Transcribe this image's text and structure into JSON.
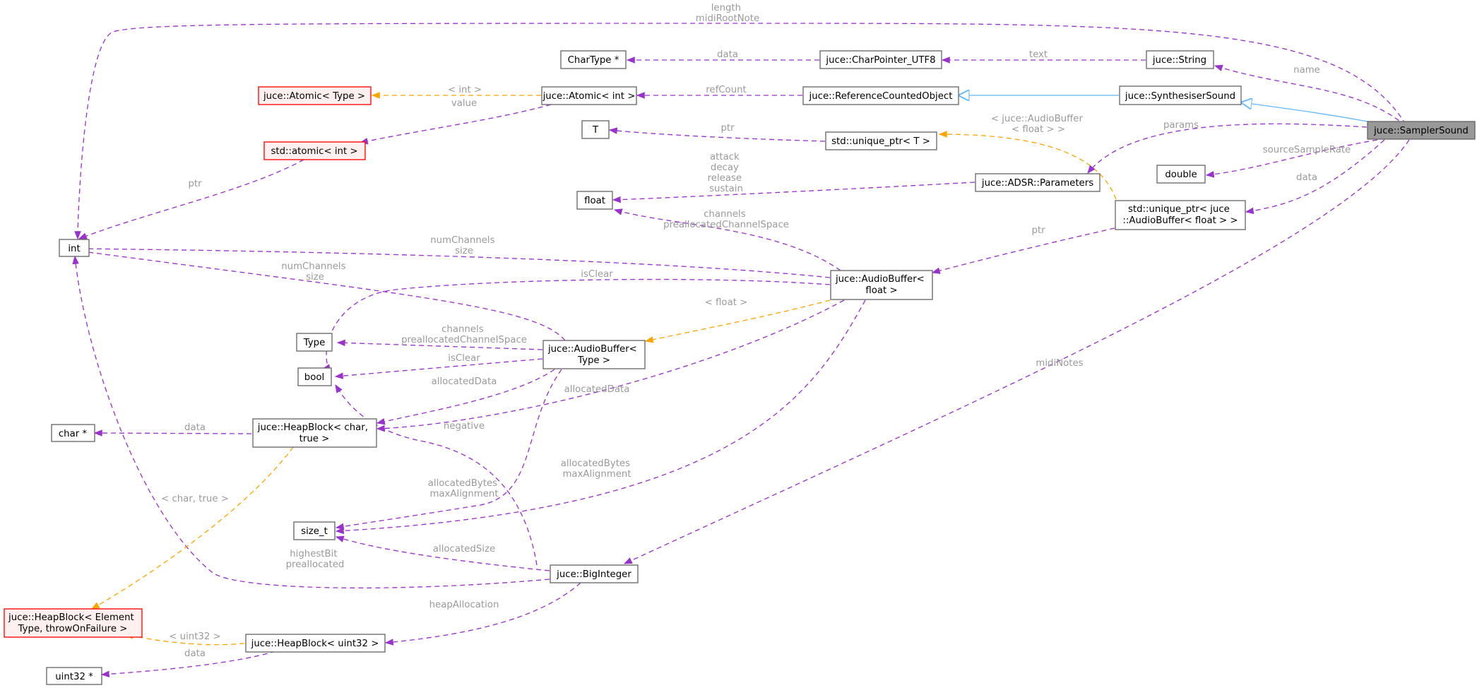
{
  "colors": {
    "usage": "#9a32cd",
    "template": "#ffa500",
    "inheritance": "#63b8ff",
    "label": "#9a9a9a",
    "focus_fill": "#999999",
    "template_border": "#ff0000",
    "template_fill": "#fff0f0"
  },
  "nodes": {
    "int": "int",
    "char_ptr": "char *",
    "uint32_ptr": "uint32 *",
    "heapblock_generic": [
      "juce::HeapBlock< Element",
      "Type, throwOnFailure >"
    ],
    "std_atomic": "std::atomic< int >",
    "atomic_type": "juce::Atomic< Type >",
    "type": "Type",
    "bool": "bool",
    "size_t": "size_t",
    "heapblock_char": [
      "juce::HeapBlock< char,",
      "true >"
    ],
    "heapblock_uint32": "juce::HeapBlock< uint32 >",
    "chartype_ptr": "CharType *",
    "atomic_int": "juce::Atomic< int >",
    "T": "T",
    "float": "float",
    "audiobuffer_type": [
      "juce::AudioBuffer<",
      "Type >"
    ],
    "biginteger": "juce::BigInteger",
    "charpointer": "juce::CharPointer_UTF8",
    "refcounted": "juce::ReferenceCountedObject",
    "unique_ptr_T": "std::unique_ptr< T >",
    "audiobuffer_float": [
      "juce::AudioBuffer<",
      "float >"
    ],
    "adsr_params": "juce::ADSR::Parameters",
    "string": "juce::String",
    "synthsound": "juce::SynthesiserSound",
    "double": "double",
    "unique_ptr_audiobuffer": [
      "std::unique_ptr< juce",
      "::AudioBuffer< float > >"
    ],
    "samplersound": "juce::SamplerSound"
  },
  "edge_labels": {
    "length_midiroot": [
      "length",
      "midiRootNote"
    ],
    "data_chartype": "data",
    "text": "text",
    "name": "name",
    "template_int": "< int >",
    "refcount": "refCount",
    "value": "value",
    "ptr_T": "ptr",
    "template_audiobuffer_float": [
      "< juce::AudioBuffer",
      "< float > >"
    ],
    "params": "params",
    "adsr_fields": [
      "attack",
      "decay",
      "release",
      "sustain"
    ],
    "source_sample_rate": "sourceSampleRate",
    "data_unique": "data",
    "ptr_atomic": "ptr",
    "channels_float": [
      "channels",
      "preallocatedChannelSpace"
    ],
    "ptr_audiobuffer": "ptr",
    "numchannels_float": [
      "numChannels",
      "size"
    ],
    "numchannels_type": [
      "numChannels",
      "size"
    ],
    "isclear_float": "isClear",
    "template_float": "< float >",
    "channels_type": [
      "channels",
      "preallocatedChannelSpace"
    ],
    "isclear_type": "isClear",
    "allocated_data_type": "allocatedData",
    "allocated_data_float": "allocatedData",
    "midi_notes": "midiNotes",
    "data_char": "data",
    "negative": "negative",
    "allocated_bytes_float": [
      "allocatedBytes",
      "maxAlignment"
    ],
    "allocated_bytes_type": [
      "allocatedBytes",
      "maxAlignment"
    ],
    "template_char_true": "< char, true >",
    "highestbit": [
      "highestBit",
      "preallocated"
    ],
    "allocated_size": "allocatedSize",
    "heap_allocation": "heapAllocation",
    "template_uint32": "< uint32 >",
    "data_uint32": "data"
  }
}
